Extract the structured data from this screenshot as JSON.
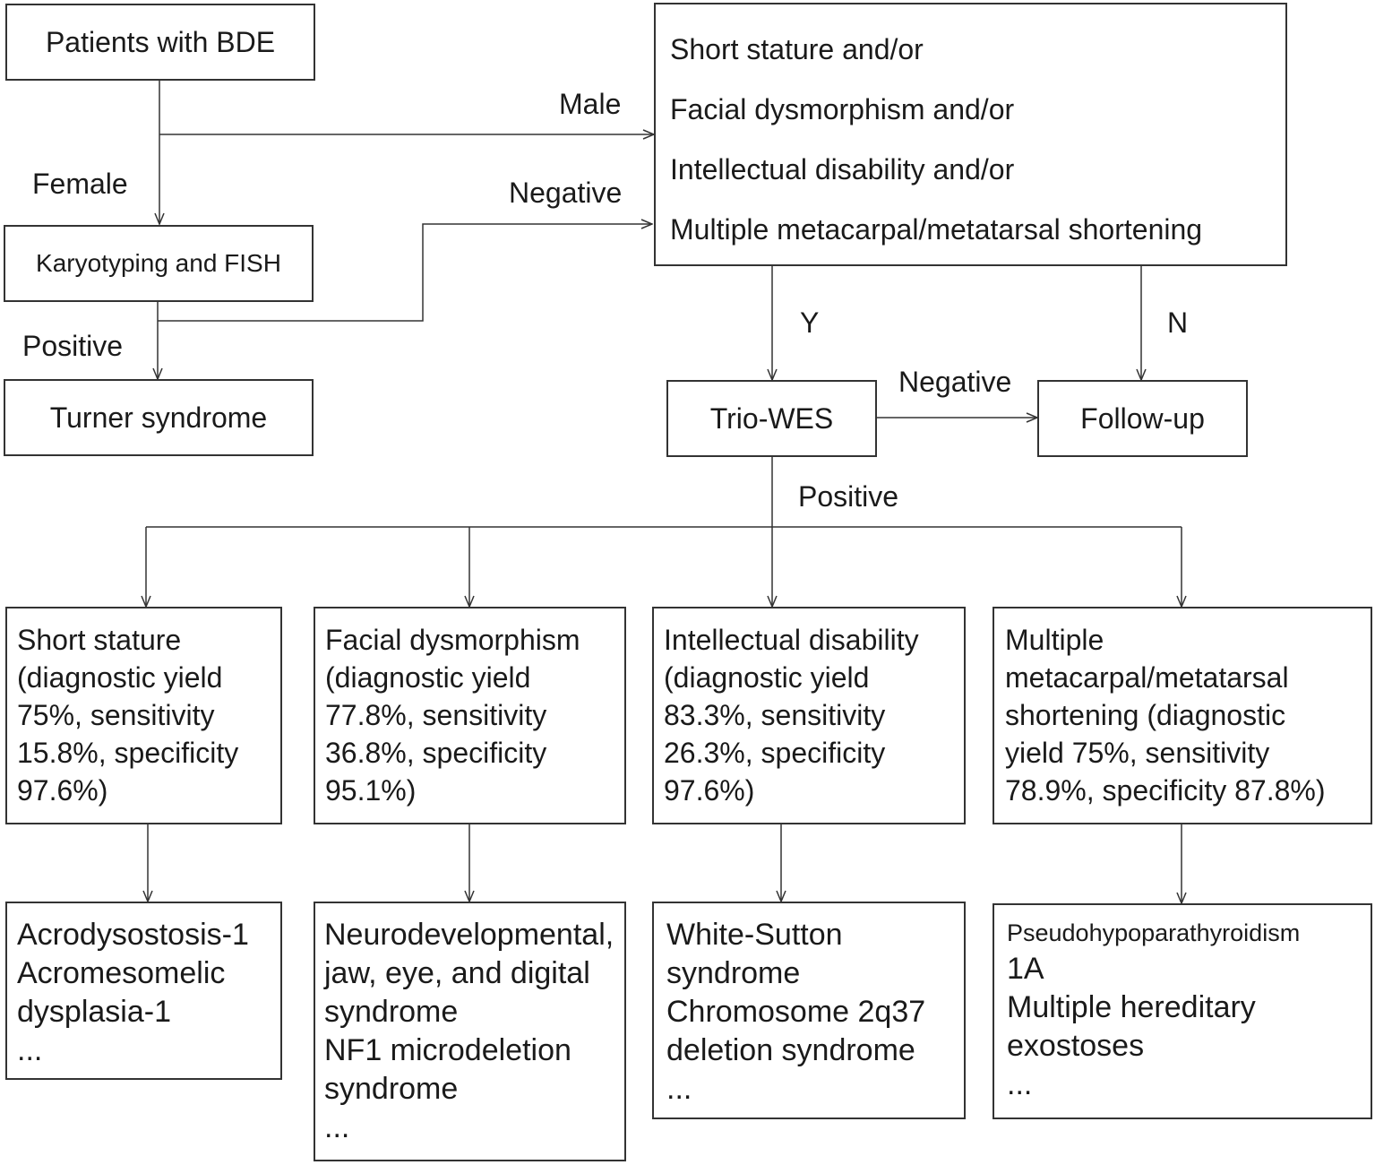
{
  "boxes": {
    "patients": "Patients with BDE",
    "karyotyping": "Karyotyping and FISH",
    "turner": "Turner syndrome",
    "criteria": {
      "lines": [
        "Short stature and/or",
        "Facial dysmorphism and/or",
        "Intellectual disability and/or",
        "Multiple metacarpal/metatarsal shortening"
      ]
    },
    "trio_wes": "Trio-WES",
    "follow_up": "Follow-up",
    "phenotypes": [
      {
        "text": "Short stature\n(diagnostic yield\n75%, sensitivity\n15.8%, specificity\n97.6%)"
      },
      {
        "text": "Facial dysmorphism\n(diagnostic yield\n77.8%, sensitivity\n36.8%, specificity\n95.1%)"
      },
      {
        "text": "Intellectual disability\n(diagnostic yield\n83.3%, sensitivity\n26.3%, specificity\n97.6%)"
      },
      {
        "text": "Multiple\nmetacarpal/metatarsal\nshortening (diagnostic\nyield 75%, sensitivity\n78.9%, specificity 87.8%)"
      }
    ],
    "diseases": [
      {
        "text": "Acrodysostosis-1\nAcromesomelic\ndysplasia-1\n..."
      },
      {
        "text": "Neurodevelopmental,\njaw, eye, and digital\nsyndrome\nNF1 microdeletion\nsyndrome\n..."
      },
      {
        "text": "White-Sutton\nsyndrome\nChromosome 2q37\ndeletion syndrome\n..."
      },
      {
        "first": "Pseudohypoparathyroidism",
        "text": "1A\nMultiple hereditary\nexostoses\n..."
      }
    ]
  },
  "labels": {
    "male": "Male",
    "female": "Female",
    "negative_karyo": "Negative",
    "positive_karyo": "Positive",
    "yes": "Y",
    "no": "N",
    "negative_wes": "Negative",
    "positive_wes": "Positive"
  }
}
